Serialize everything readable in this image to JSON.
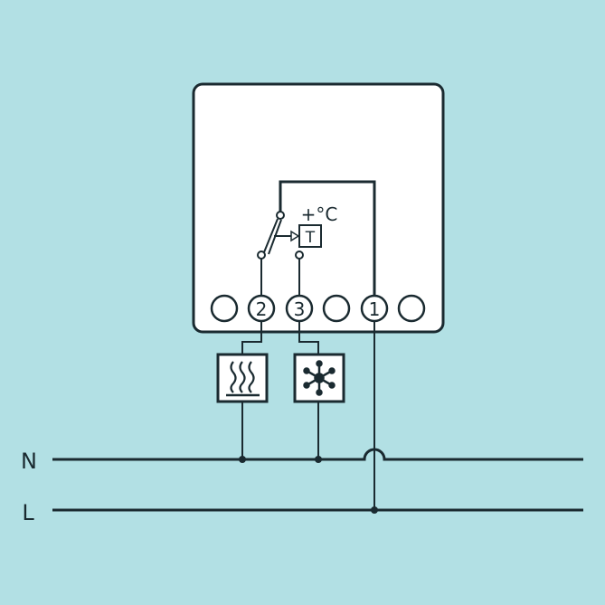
{
  "diagram": {
    "type": "wiring-diagram",
    "colors": {
      "background": "#b2e0e4",
      "line": "#1a2a30",
      "device_fill": "#ffffff"
    },
    "device": {
      "name": "thermostat",
      "switch_label": "T",
      "temperature_label": "+°C",
      "terminals": [
        {
          "label": ""
        },
        {
          "label": "2"
        },
        {
          "label": "3"
        },
        {
          "label": ""
        },
        {
          "label": "1"
        },
        {
          "label": ""
        }
      ]
    },
    "loads": [
      {
        "name": "heating",
        "icon": "heat-waves-icon",
        "terminal": "2"
      },
      {
        "name": "cooling",
        "icon": "snowflake-icon",
        "terminal": "3"
      }
    ],
    "lines": [
      {
        "label": "N"
      },
      {
        "label": "L"
      }
    ]
  }
}
